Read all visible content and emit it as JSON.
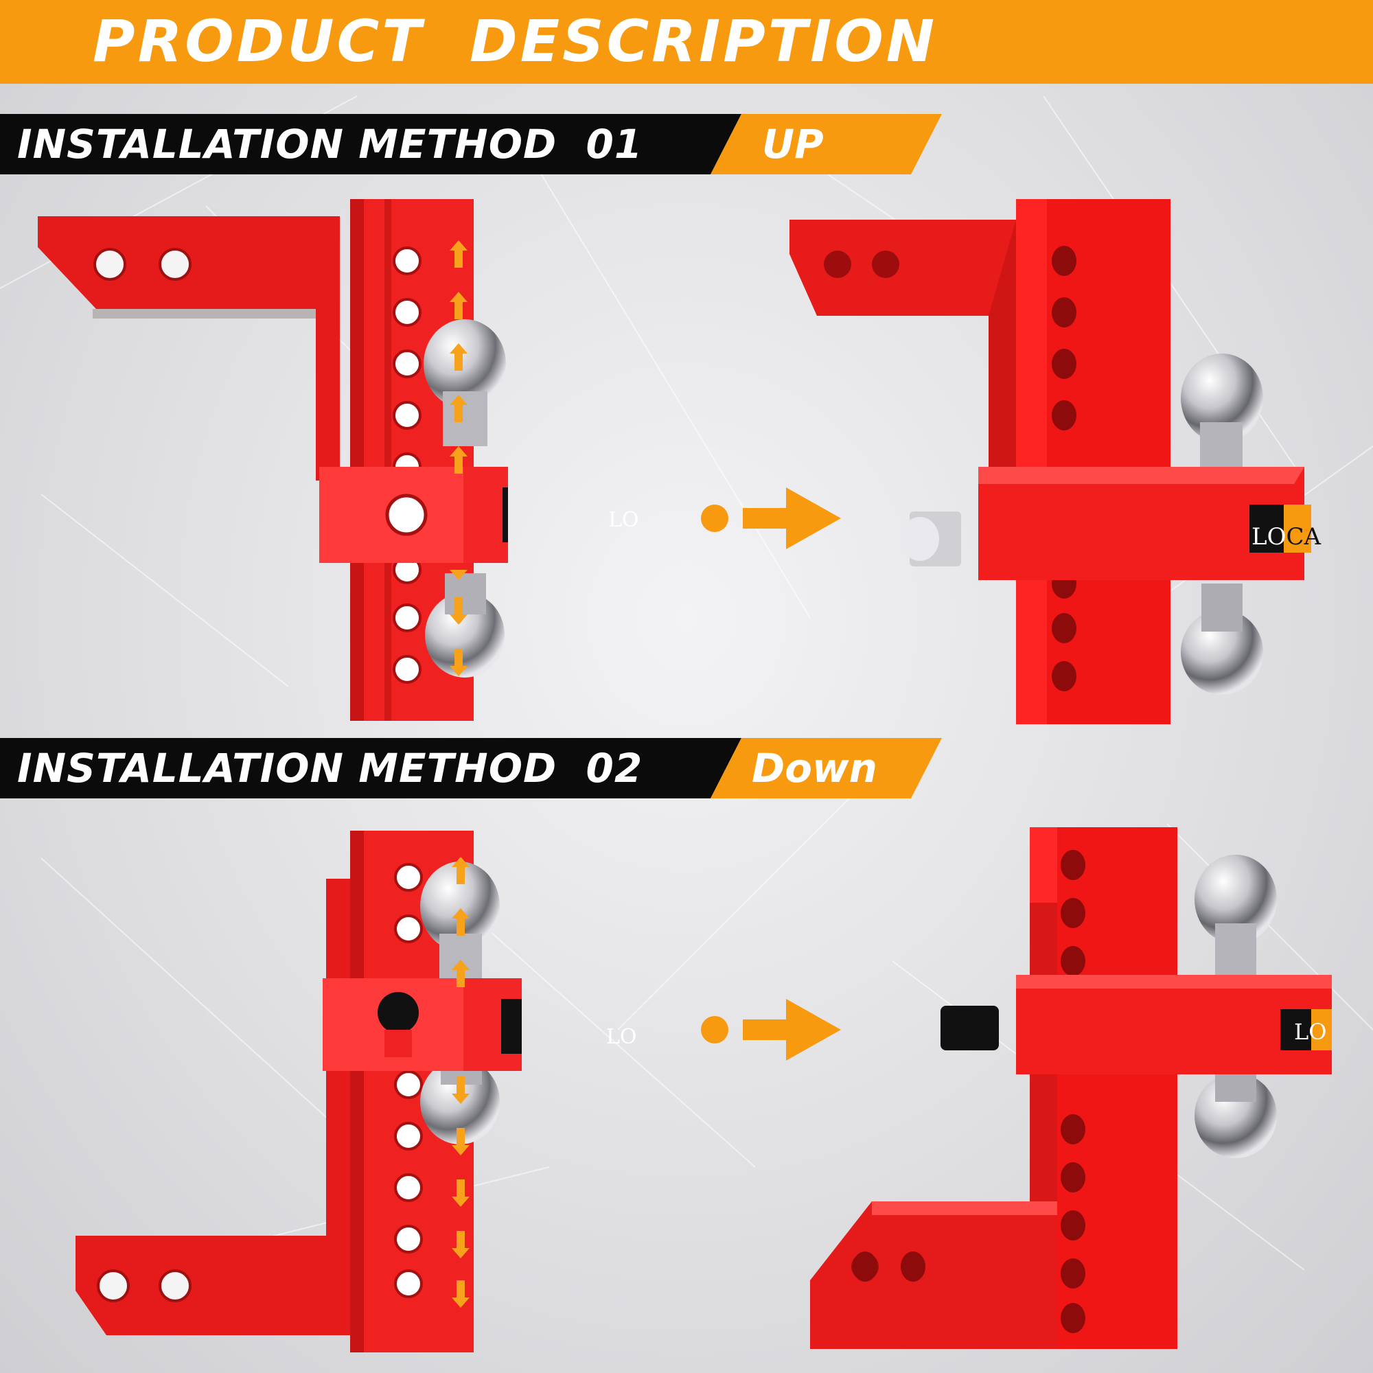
{
  "header": {
    "title": "PRODUCT  DESCRIPTION"
  },
  "methods": [
    {
      "label": "INSTALLATION METHOD  01",
      "direction": "UP"
    },
    {
      "label": "INSTALLATION METHOD  02",
      "direction": "Down"
    }
  ],
  "brand": {
    "label_a": "LO",
    "label_b": "CA"
  },
  "colors": {
    "banner": "#f79a0f",
    "bar": "#0b0b0b",
    "hitch_red": "#ee1c1c",
    "arrow": "#f7a21a",
    "chrome": "#d8d8dc"
  }
}
